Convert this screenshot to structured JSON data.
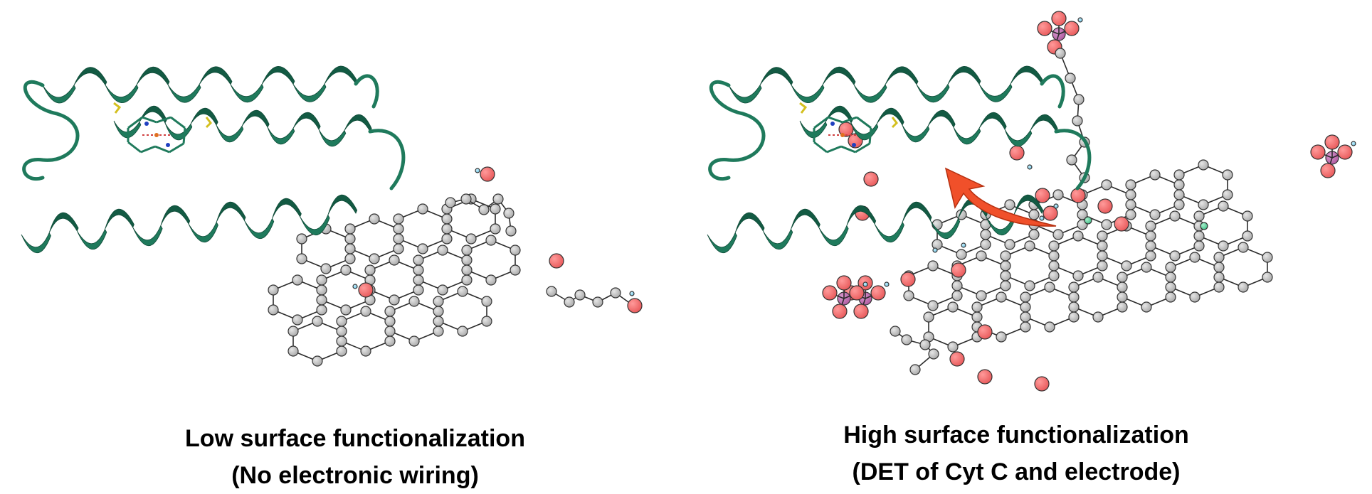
{
  "colors": {
    "protein": "#1f7a5c",
    "proteinDark": "#135a43",
    "carbon": "#a9a9a9",
    "oxygen": "#e8595a",
    "phosphorus": "#b05aa0",
    "hydrogen": "#6ec6e8",
    "nitrogenGreen": "#43c08a",
    "arrow": "#f0502a",
    "bond": "#2b2b2b"
  },
  "left": {
    "caption_line1": "Low surface functionalization",
    "caption_line2": "(No electronic wiring)"
  },
  "right": {
    "caption_line1": "High surface functionalization",
    "caption_line2": "(DET of Cyt C and electrode)"
  }
}
